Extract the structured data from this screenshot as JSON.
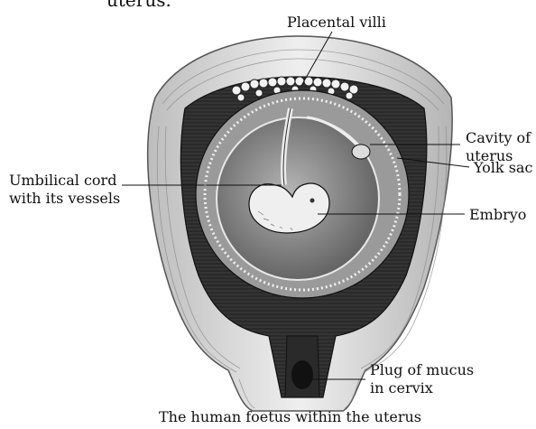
{
  "header_fragment": "uterus.",
  "labels": {
    "placental_villi": "Placental villi",
    "cavity_of_uterus": [
      "Cavity of",
      "uterus"
    ],
    "yolk_sac": "Yolk sac",
    "umbilical_cord": [
      "Umbilical cord",
      "with its vessels"
    ],
    "embryo": "Embryo",
    "plug_of_mucus": [
      "Plug of mucus",
      "in cervix"
    ]
  },
  "caption": "The human foetus within the uterus",
  "colors": {
    "outer_wall_light": "#d8d8d8",
    "wall_dark": "#1e1e1e",
    "cavity_grey": "#8a8a8a",
    "sac_grey": "#7a7a7a",
    "embryo_fill": "#ededed",
    "line": "#111111"
  }
}
